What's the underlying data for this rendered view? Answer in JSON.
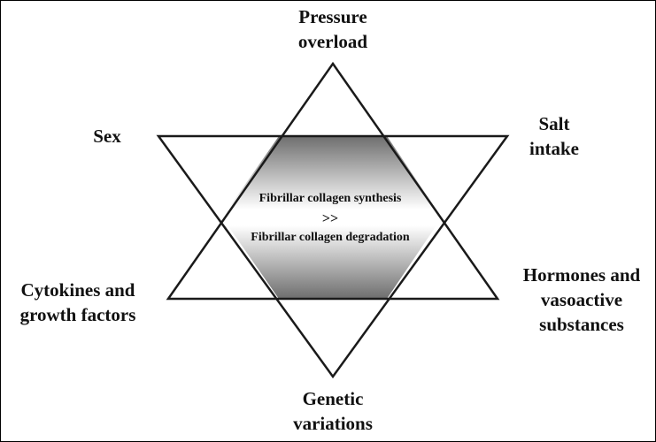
{
  "factors": {
    "top": [
      "Pressure",
      "overload"
    ],
    "upper_left": [
      "Sex"
    ],
    "upper_right": [
      "Salt",
      "intake"
    ],
    "lower_left": [
      "Cytokines and",
      "growth factors"
    ],
    "lower_right": [
      "Hormones and",
      "vasoactive",
      "substances"
    ],
    "bottom": [
      "Genetic",
      "variations"
    ]
  },
  "center": {
    "line1": "Fibrillar collagen synthesis",
    "symbol": ">>",
    "line2": "Fibrillar collagen degradation"
  },
  "colors": {
    "stroke": "#1a1a1a",
    "gradient_dark": "#6e6e6e",
    "gradient_light": "#ffffff"
  }
}
